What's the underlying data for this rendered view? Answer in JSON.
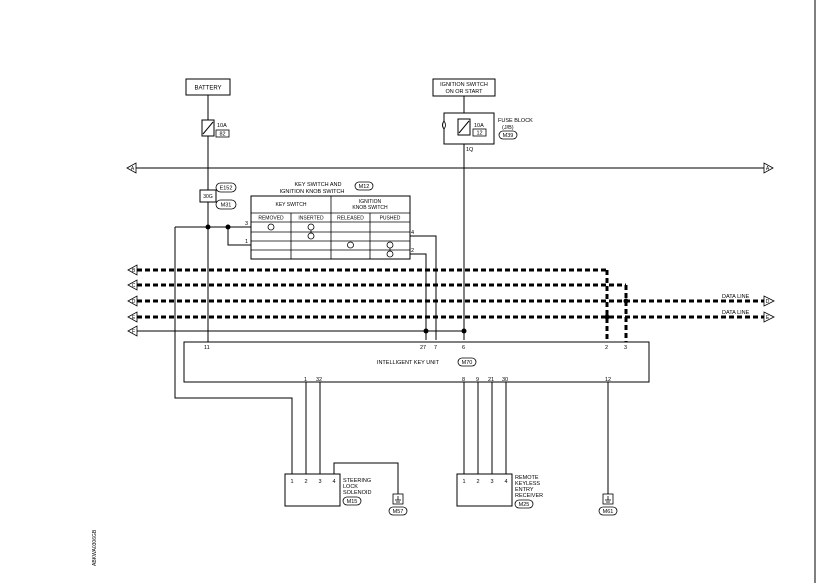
{
  "battery": {
    "label": "BATTERY",
    "fuse_amps": "10A",
    "fuse_no": "82"
  },
  "ignition_switch": {
    "line1": "IGNITION SWITCH",
    "line2": "ON OR START"
  },
  "fuse_block": {
    "line1": "FUSE BLOCK",
    "line2": "(J/B)",
    "connector": "M39",
    "fuse_amps": "10A",
    "fuse_no": "12",
    "terminal": "1Q"
  },
  "joint": {
    "e_connector": "E152",
    "m_connector": "M31",
    "terminal": "30G"
  },
  "arrows": [
    "A",
    "B",
    "C",
    "D",
    "E",
    "F"
  ],
  "key_switch": {
    "title_line1": "KEY SWITCH AND",
    "title_line2": "IGNITION KNOB SWITCH",
    "connector": "M12",
    "group1": "KEY SWITCH",
    "group2_line1": "IGNITION",
    "group2_line2": "KNOB SWITCH",
    "cols": [
      "REMOVED",
      "INSERTED",
      "RELEASED",
      "PUSHED"
    ],
    "pins_left": [
      "3",
      "1"
    ],
    "pins_right": [
      "4",
      "2"
    ]
  },
  "data_lines": [
    "DATA LINE",
    "DATA LINE"
  ],
  "ikey": {
    "label": "INTELLIGENT KEY UNIT",
    "connector": "M70",
    "top_pins": [
      "11",
      "27",
      "7",
      "6",
      "2",
      "3"
    ],
    "bottom_pins": [
      "1",
      "32",
      "8",
      "9",
      "21",
      "30",
      "12"
    ]
  },
  "steering_lock": {
    "line1": "STEERING",
    "line2": "LOCK",
    "line3": "SOLENOID",
    "connector": "M15",
    "pins": [
      "1",
      "2",
      "3",
      "4"
    ]
  },
  "remote_keyless": {
    "line1": "REMOTE",
    "line2": "KEYLESS",
    "line3": "ENTRY",
    "line4": "RECEIVER",
    "connector": "M25",
    "pins": [
      "1",
      "2",
      "3",
      "4"
    ]
  },
  "grounds": [
    "M57",
    "M61"
  ],
  "side_code": "ABKWA0306GB"
}
